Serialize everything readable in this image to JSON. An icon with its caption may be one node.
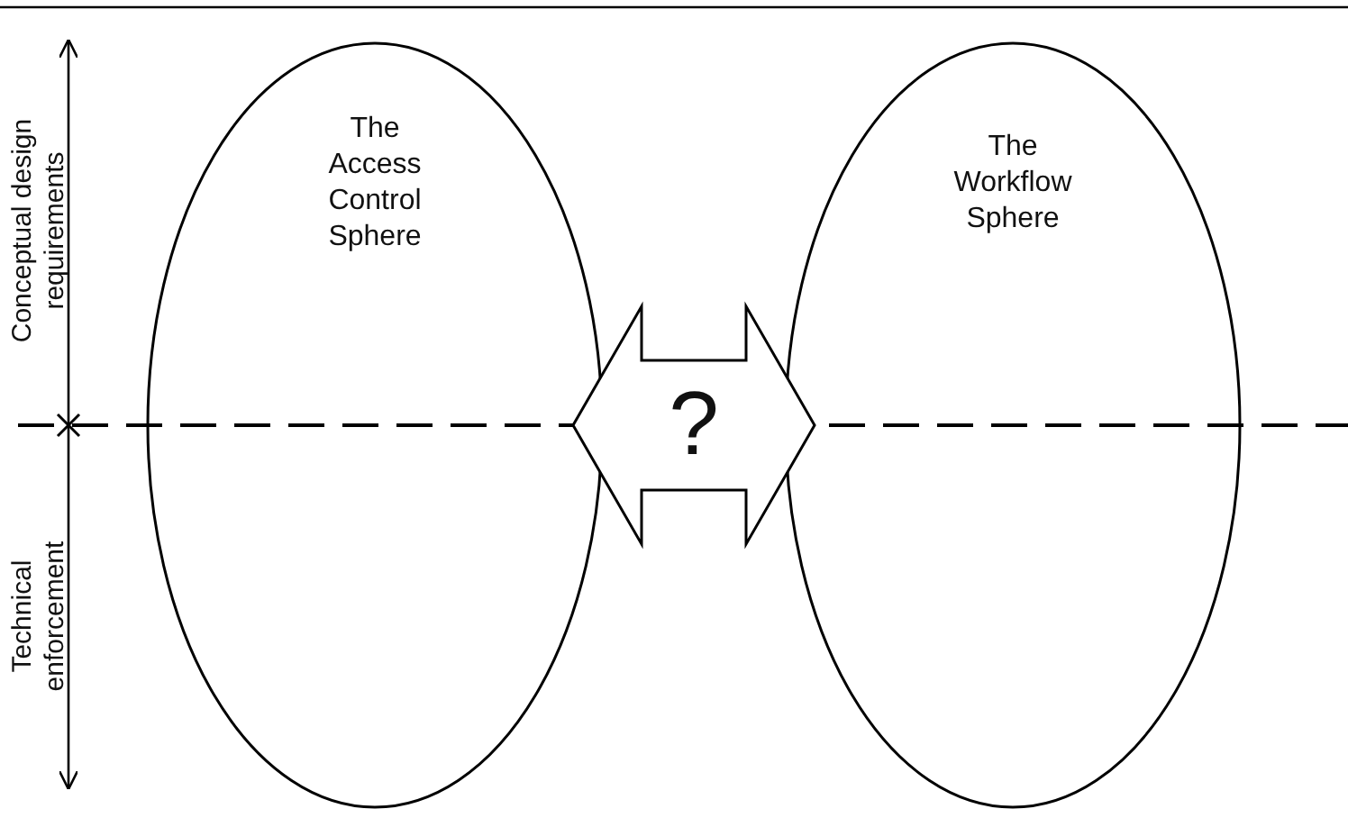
{
  "diagram": {
    "nodes": [
      {
        "text": [
          "The Access Control Sphere"
        ]
      },
      {
        "text": [
          "The Workflow Sphere"
        ]
      }
    ],
    "edges": [
      {
        "from": 0,
        "to": 1,
        "arrow": "both",
        "label": "?",
        "style": "thick"
      }
    ],
    "labels": [
      "Conceptual design requirements",
      "Technical enforcement"
    ]
  }
}
